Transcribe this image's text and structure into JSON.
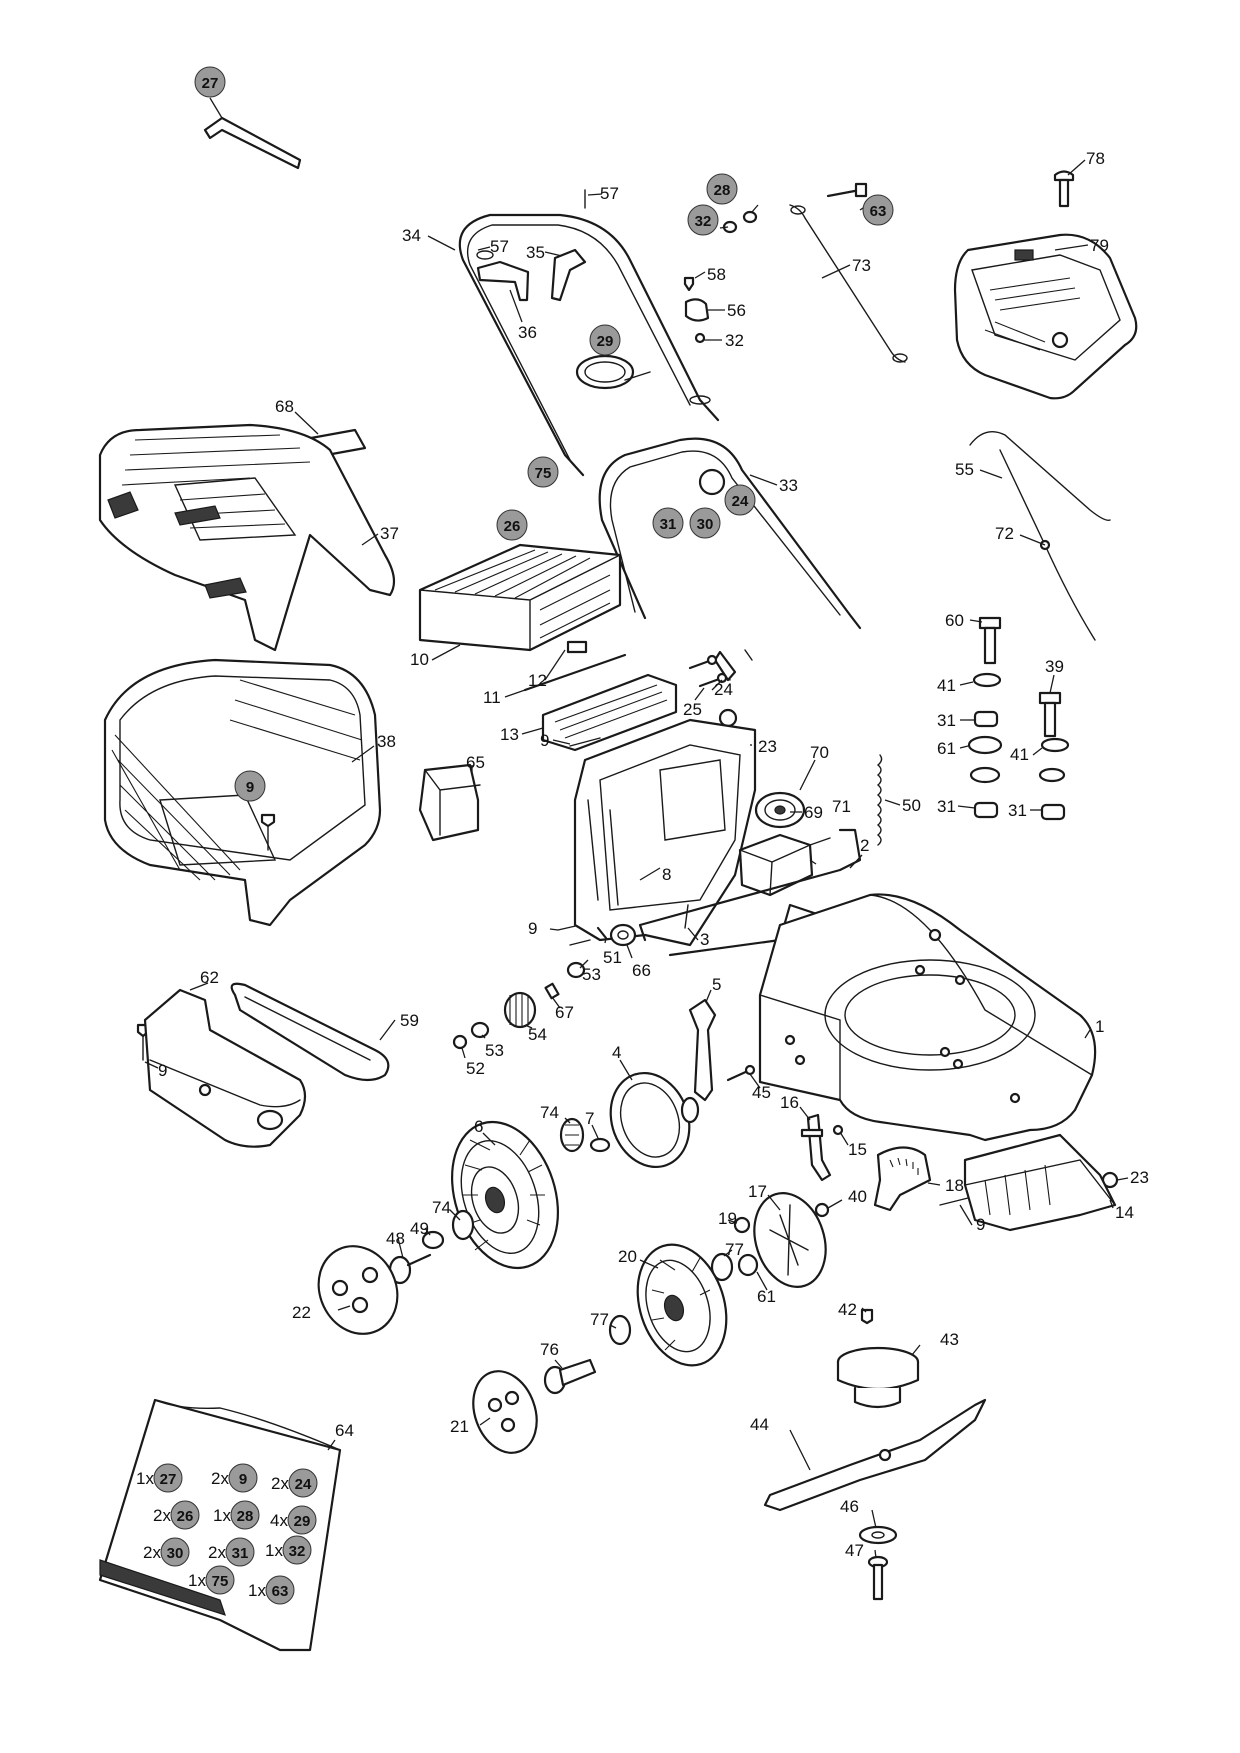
{
  "colors": {
    "ink": "#1a1a1a",
    "callout_fill": "#9a9a9a",
    "paper": "#ffffff"
  },
  "callouts": [
    {
      "id": "c27",
      "text": "27"
    },
    {
      "id": "c28",
      "text": "28"
    },
    {
      "id": "c32a",
      "text": "32"
    },
    {
      "id": "c63",
      "text": "63"
    },
    {
      "id": "c29",
      "text": "29"
    },
    {
      "id": "c75",
      "text": "75"
    },
    {
      "id": "c26",
      "text": "26"
    },
    {
      "id": "c31",
      "text": "31"
    },
    {
      "id": "c30",
      "text": "30"
    },
    {
      "id": "c24",
      "text": "24"
    },
    {
      "id": "c9",
      "text": "9"
    }
  ],
  "labels": [
    {
      "id": "l57a",
      "text": "57"
    },
    {
      "id": "l57b",
      "text": "57"
    },
    {
      "id": "l34",
      "text": "34"
    },
    {
      "id": "l35",
      "text": "35"
    },
    {
      "id": "l36",
      "text": "36"
    },
    {
      "id": "l58",
      "text": "58"
    },
    {
      "id": "l56",
      "text": "56"
    },
    {
      "id": "l32",
      "text": "32"
    },
    {
      "id": "l73",
      "text": "73"
    },
    {
      "id": "l78",
      "text": "78"
    },
    {
      "id": "l79",
      "text": "79"
    },
    {
      "id": "l68",
      "text": "68"
    },
    {
      "id": "l37",
      "text": "37"
    },
    {
      "id": "l33",
      "text": "33"
    },
    {
      "id": "l55",
      "text": "55"
    },
    {
      "id": "l72",
      "text": "72"
    },
    {
      "id": "l10",
      "text": "10"
    },
    {
      "id": "l12",
      "text": "12"
    },
    {
      "id": "l11",
      "text": "11"
    },
    {
      "id": "l24",
      "text": "24"
    },
    {
      "id": "l25",
      "text": "25"
    },
    {
      "id": "l13",
      "text": "13"
    },
    {
      "id": "l60",
      "text": "60"
    },
    {
      "id": "l41a",
      "text": "41"
    },
    {
      "id": "l39",
      "text": "39"
    },
    {
      "id": "l31a",
      "text": "31"
    },
    {
      "id": "l61a",
      "text": "61"
    },
    {
      "id": "l41b",
      "text": "41"
    },
    {
      "id": "l31b",
      "text": "31"
    },
    {
      "id": "l31c",
      "text": "31"
    },
    {
      "id": "l38",
      "text": "38"
    },
    {
      "id": "l65",
      "text": "65"
    },
    {
      "id": "l9a",
      "text": "9"
    },
    {
      "id": "l23a",
      "text": "23"
    },
    {
      "id": "l70",
      "text": "70"
    },
    {
      "id": "l69",
      "text": "69"
    },
    {
      "id": "l71",
      "text": "71"
    },
    {
      "id": "l50",
      "text": "50"
    },
    {
      "id": "l2",
      "text": "2"
    },
    {
      "id": "l8",
      "text": "8"
    },
    {
      "id": "l9b",
      "text": "9"
    },
    {
      "id": "l3",
      "text": "3"
    },
    {
      "id": "l51",
      "text": "51"
    },
    {
      "id": "l66",
      "text": "66"
    },
    {
      "id": "l53a",
      "text": "53"
    },
    {
      "id": "l67",
      "text": "67"
    },
    {
      "id": "l54",
      "text": "54"
    },
    {
      "id": "l53b",
      "text": "53"
    },
    {
      "id": "l52",
      "text": "52"
    },
    {
      "id": "l62",
      "text": "62"
    },
    {
      "id": "l59",
      "text": "59"
    },
    {
      "id": "l9c",
      "text": "9"
    },
    {
      "id": "l5",
      "text": "5"
    },
    {
      "id": "l1",
      "text": "1"
    },
    {
      "id": "l4",
      "text": "4"
    },
    {
      "id": "l45",
      "text": "45"
    },
    {
      "id": "l74a",
      "text": "74"
    },
    {
      "id": "l7",
      "text": "7"
    },
    {
      "id": "l6",
      "text": "6"
    },
    {
      "id": "l16",
      "text": "16"
    },
    {
      "id": "l15",
      "text": "15"
    },
    {
      "id": "l18",
      "text": "18"
    },
    {
      "id": "l23b",
      "text": "23"
    },
    {
      "id": "l14",
      "text": "14"
    },
    {
      "id": "l17",
      "text": "17"
    },
    {
      "id": "l19",
      "text": "19"
    },
    {
      "id": "l40",
      "text": "40"
    },
    {
      "id": "l74b",
      "text": "74"
    },
    {
      "id": "l49",
      "text": "49"
    },
    {
      "id": "l48",
      "text": "48"
    },
    {
      "id": "l77a",
      "text": "77"
    },
    {
      "id": "l61b",
      "text": "61"
    },
    {
      "id": "l20",
      "text": "20"
    },
    {
      "id": "l22",
      "text": "22"
    },
    {
      "id": "l9d",
      "text": "9"
    },
    {
      "id": "l42",
      "text": "42"
    },
    {
      "id": "l43",
      "text": "43"
    },
    {
      "id": "l77b",
      "text": "77"
    },
    {
      "id": "l76",
      "text": "76"
    },
    {
      "id": "l21",
      "text": "21"
    },
    {
      "id": "l64",
      "text": "64"
    },
    {
      "id": "l44",
      "text": "44"
    },
    {
      "id": "l46",
      "text": "46"
    },
    {
      "id": "l47",
      "text": "47"
    }
  ],
  "kit_items": [
    {
      "qty": "1x",
      "part": "27"
    },
    {
      "qty": "2x",
      "part": "9"
    },
    {
      "qty": "2x",
      "part": "24"
    },
    {
      "qty": "2x",
      "part": "26"
    },
    {
      "qty": "1x",
      "part": "28"
    },
    {
      "qty": "4x",
      "part": "29"
    },
    {
      "qty": "2x",
      "part": "30"
    },
    {
      "qty": "2x",
      "part": "31"
    },
    {
      "qty": "1x",
      "part": "32"
    },
    {
      "qty": "1x",
      "part": "75"
    },
    {
      "qty": "1x",
      "part": "63"
    }
  ]
}
